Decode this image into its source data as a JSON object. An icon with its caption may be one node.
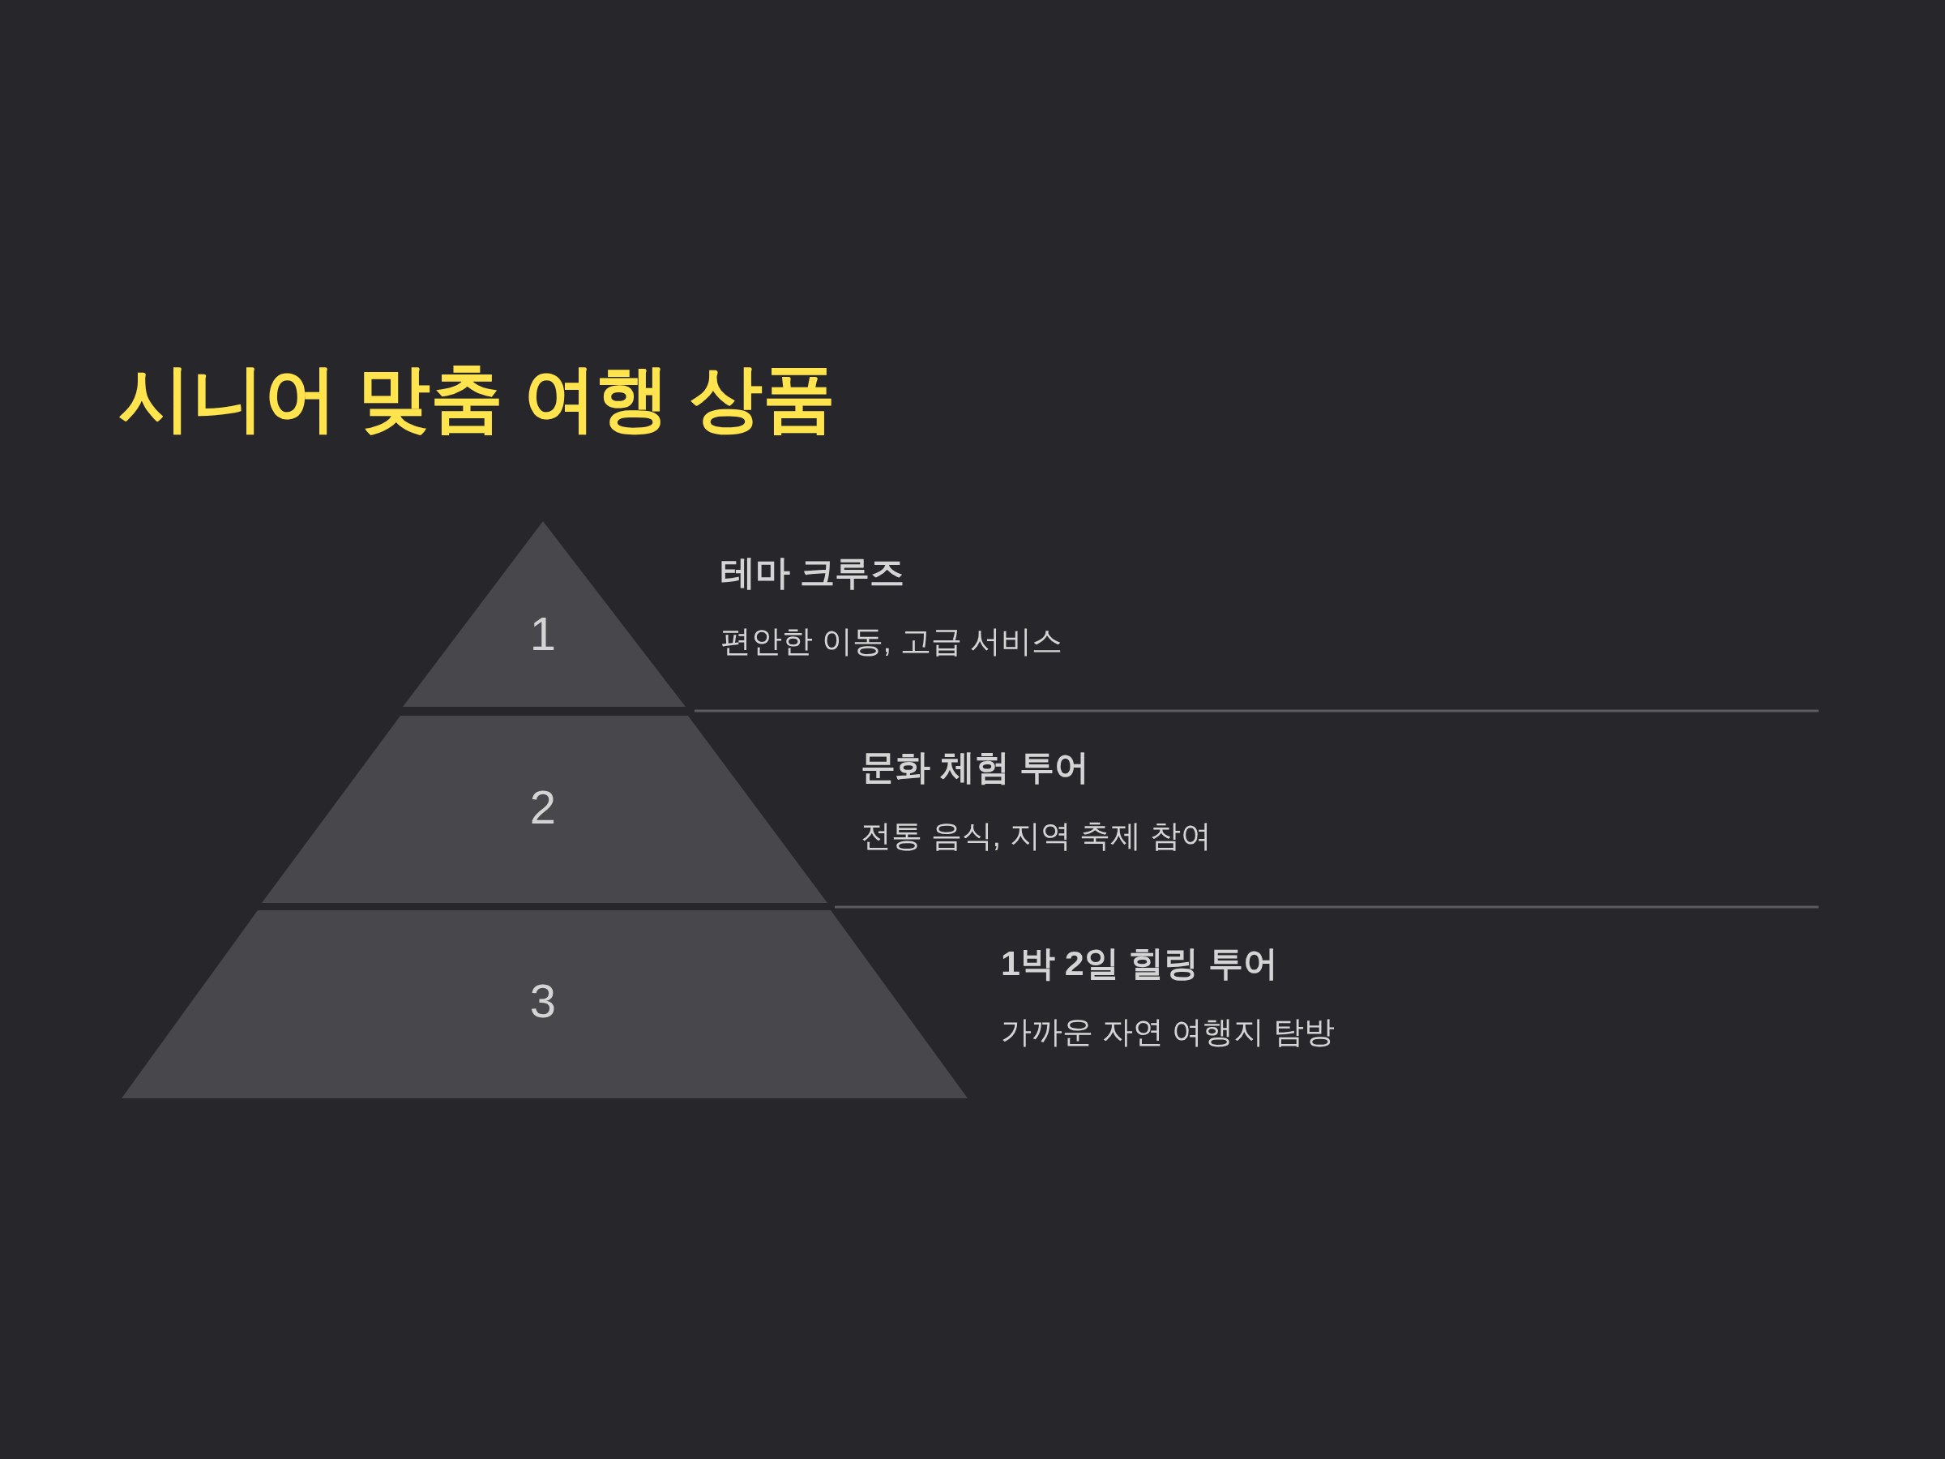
{
  "diagram": {
    "title": "시니어 맞춤 여행 상품",
    "nodes": [
      {
        "text": [
          "1"
        ],
        "beside": [
          "테마 크루즈",
          "편안한 이동, 고급 서비스"
        ]
      },
      {
        "text": [
          "2"
        ],
        "beside": [
          "문화 체험 투어",
          "전통 음식, 지역 축제 참여"
        ]
      },
      {
        "text": [
          "3"
        ],
        "beside": [
          "1박 2일 힐링 투어",
          "가까운 자연 여행지 탐방"
        ]
      }
    ]
  }
}
